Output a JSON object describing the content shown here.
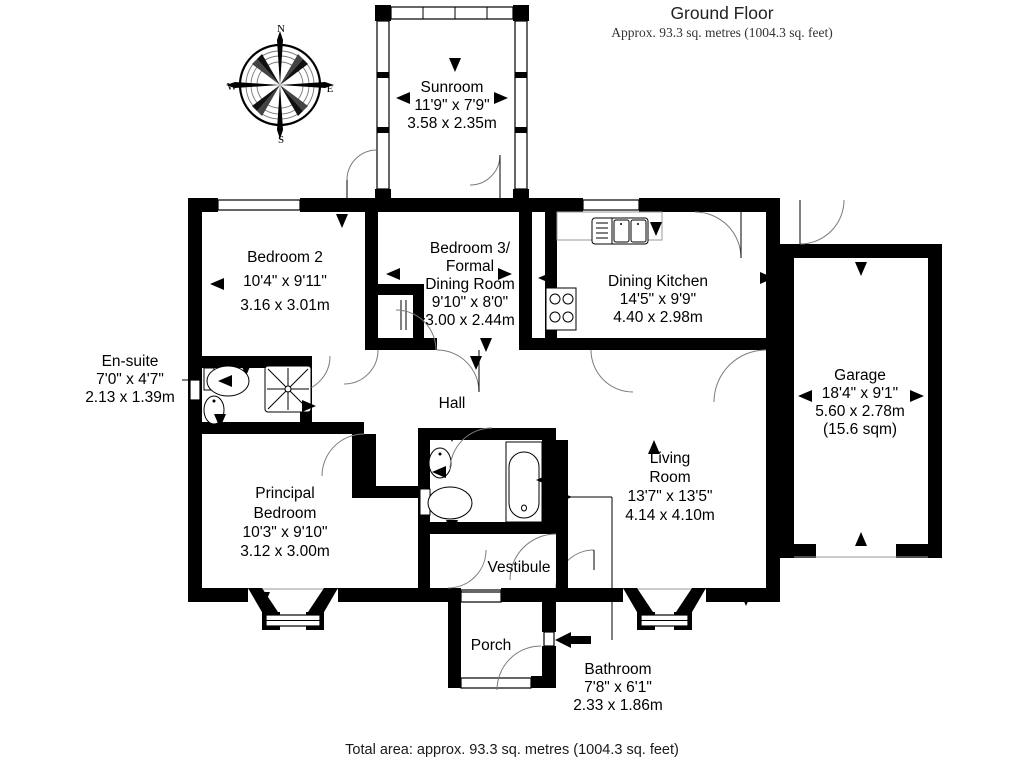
{
  "header": {
    "title": "Ground Floor",
    "subtitle": "Approx. 93.3 sq. metres (1004.3 sq. feet)"
  },
  "footer": {
    "total_area": "Total area: approx. 93.3 sq. metres (1004.3 sq. feet)"
  },
  "compass": {
    "north": "N",
    "south": "S",
    "east": "E",
    "west": "W"
  },
  "rooms": {
    "sunroom": {
      "name": "Sunroom",
      "imperial": "11'9\" x 7'9\"",
      "metric": "3.58 x 2.35m"
    },
    "bedroom2": {
      "name": "Bedroom 2",
      "imperial": "10'4\" x 9'11\"",
      "metric": "3.16 x 3.01m"
    },
    "bedroom3": {
      "name_line1": "Bedroom 3/",
      "name_line2": "Formal",
      "name_line3": "Dining Room",
      "imperial": "9'10\" x 8'0\"",
      "metric": "3.00 x 2.44m"
    },
    "dining_kitchen": {
      "name": "Dining Kitchen",
      "imperial": "14'5\" x 9'9\"",
      "metric": "4.40 x 2.98m"
    },
    "garage": {
      "name": "Garage",
      "imperial": "18'4\" x 9'1\"",
      "metric": "5.60 x 2.78m",
      "area": "(15.6 sqm)"
    },
    "ensuite": {
      "name": "En-suite",
      "imperial": "7'0\" x 4'7\"",
      "metric": "2.13 x 1.39m"
    },
    "principal_bedroom": {
      "name_line1": "Principal",
      "name_line2": "Bedroom",
      "imperial": "10'3\" x 9'10\"",
      "metric": "3.12 x 3.00m"
    },
    "living_room": {
      "name_line1": "Living",
      "name_line2": "Room",
      "imperial": "13'7\" x 13'5\"",
      "metric": "4.14 x 4.10m"
    },
    "bathroom": {
      "name": "Bathroom",
      "imperial": "7'8\" x 6'1\"",
      "metric": "2.33 x 1.86m"
    },
    "hall": {
      "name": "Hall"
    },
    "vestibule": {
      "name": "Vestibule"
    },
    "porch": {
      "name": "Porch"
    }
  },
  "colors": {
    "wall": "#000000",
    "background": "#ffffff",
    "swing": "#7b7b7b",
    "hairline": "#9a9a9a"
  }
}
